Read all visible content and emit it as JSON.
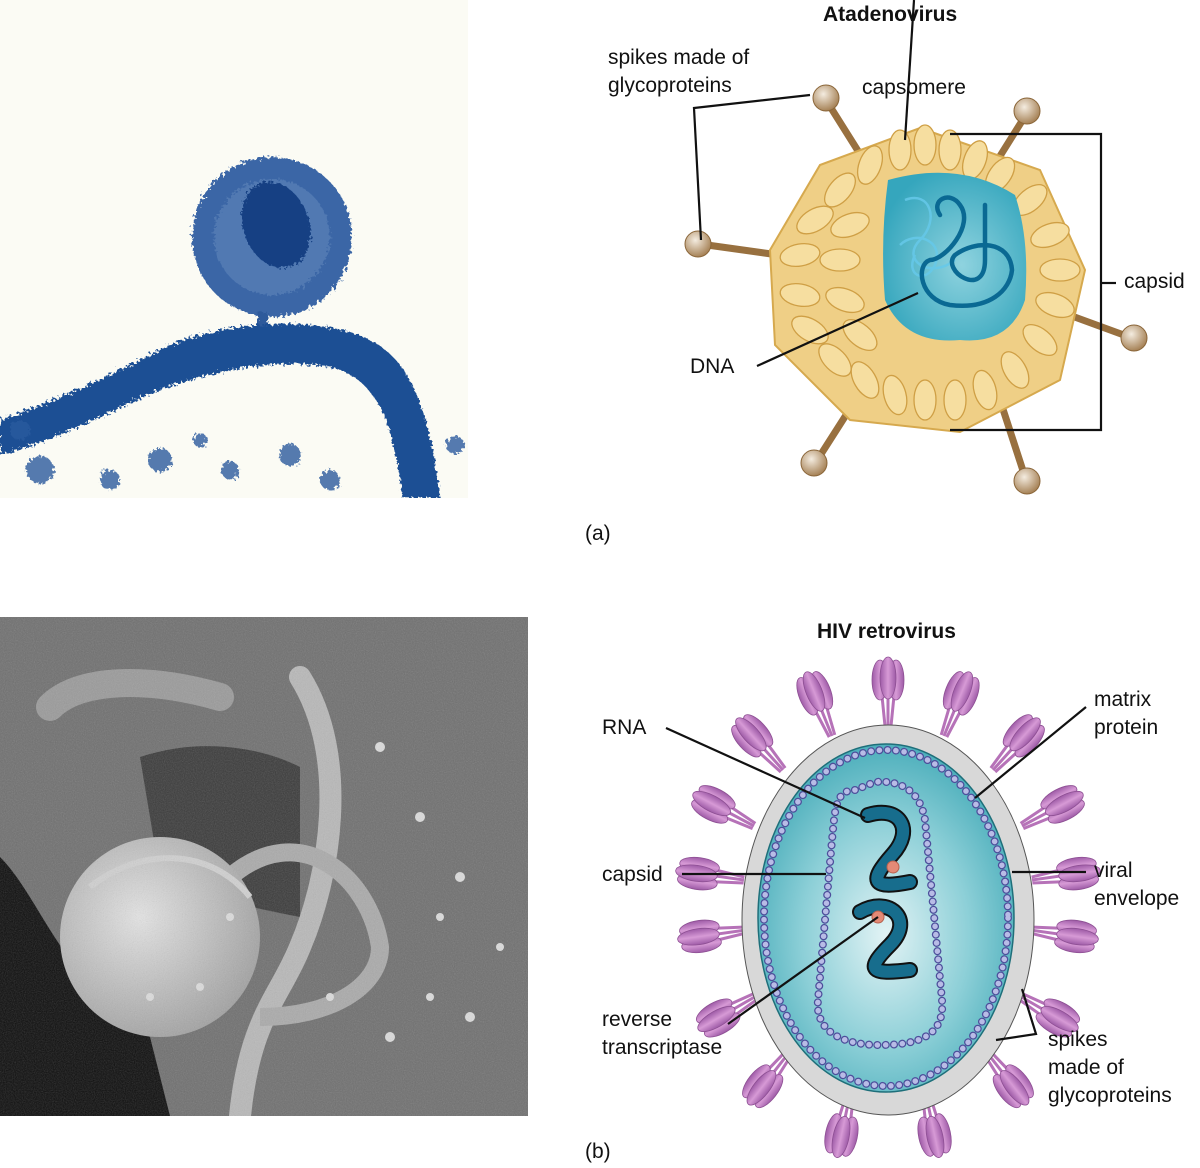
{
  "panel_a": {
    "letter": "(a)",
    "micrograph": {
      "description": "transmission electron micrograph of a virus particle budding on a cell membrane",
      "tint": "#1f4f94"
    },
    "diagram": {
      "title": "Atadenovirus",
      "labels": {
        "spikes": "spikes made of\nglycoproteins",
        "capsomere": "capsomere",
        "capsid": "capsid",
        "dna": "DNA"
      },
      "colors": {
        "capsomere": "#f1d38c",
        "core": "#4fb6c9",
        "dna": "#0b6a94",
        "spike": "#9a7348"
      }
    }
  },
  "panel_b": {
    "letter": "(b)",
    "micrograph": {
      "description": "scanning electron micrograph of HIV particles budding from a lymphocyte",
      "tint": "#808080"
    },
    "diagram": {
      "title": "HIV retrovirus",
      "labels": {
        "rna": "RNA",
        "matrix": "matrix\nprotein",
        "capsid": "capsid",
        "envelope": "viral\nenvelope",
        "rt": "reverse\ntranscriptase",
        "spikes": "spikes\nmade of\nglycoproteins"
      },
      "colors": {
        "envelope": "#d4d4d4",
        "core": "#4fb4c0",
        "beads": "#aeb3e0",
        "rna": "#116c8c",
        "spike": "#b873b8",
        "enzyme": "#e08a78"
      }
    }
  }
}
